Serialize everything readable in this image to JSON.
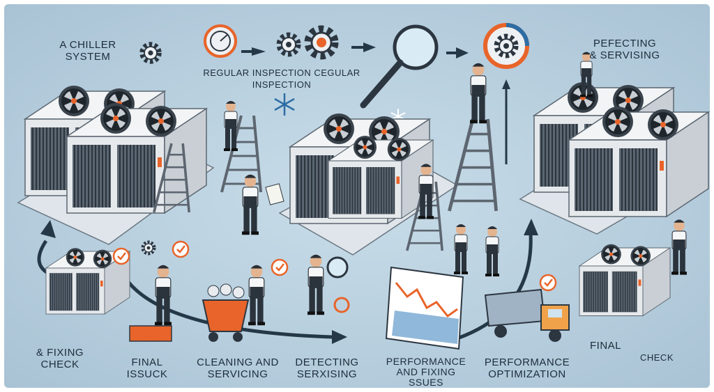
{
  "labels": {
    "chiller_title_1": "A CHILLER",
    "chiller_title_2": "SYSTEM",
    "regular_inspection": "REGULAR INSPECTION CEGULAR INSPECTION",
    "perfecting_1": "PEFECTING",
    "perfecting_2": "& SERVISING",
    "fixing_check_1": "& FIXING",
    "fixing_check_2": "CHECK",
    "final_issuck_1": "FINAL",
    "final_issuck_2": "ISSUCK",
    "cleaning_1": "CLEANING AND",
    "cleaning_2": "SERVICING",
    "detecting_1": "DETECTING",
    "detecting_2": "SERXISING",
    "performance_fixing_1": "PERFORMANCE",
    "performance_fixing_2": "AND FIXING",
    "performance_fixing_3": "SSUES",
    "performance_opt_1": "PERFORMANCE",
    "performance_opt_2": "OPTIMIZATION",
    "final_check_1": "FINAL",
    "final_check_2": "CHECK"
  },
  "colors": {
    "background": "#bcd3e2",
    "accent_orange": "#e8642a",
    "accent_blue": "#2e6da4",
    "unit_body": "#e9ecef",
    "ink": "#1d2d3c"
  },
  "icons": [
    "chiller-unit-icon",
    "gear-icon",
    "magnifier-icon",
    "gauge-icon",
    "snowflake-icon",
    "checkmark-icon",
    "ladder-icon",
    "technician-icon",
    "truck-icon",
    "line-chart-icon",
    "cart-icon"
  ]
}
